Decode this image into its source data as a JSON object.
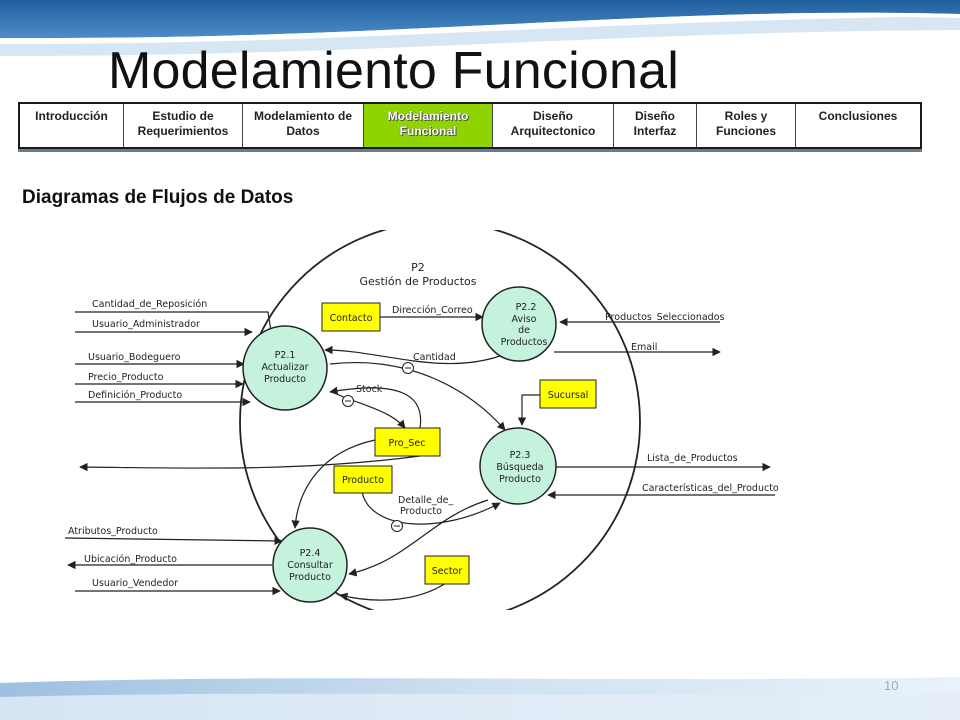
{
  "slide": {
    "title": "Modelamiento Funcional",
    "subtitle": "Diagramas de Flujos de Datos",
    "page_number": "10"
  },
  "nav": {
    "items": [
      {
        "label": "Introducción"
      },
      {
        "label": "Estudio de Requerimientos"
      },
      {
        "label": "Modelamiento de Datos"
      },
      {
        "label": "Modelamiento Funcional",
        "active": true
      },
      {
        "label": "Diseño Arquitectonico"
      },
      {
        "label": "Diseño Interfaz"
      },
      {
        "label": "Roles y Funciones"
      },
      {
        "label": "Conclusiones"
      }
    ]
  },
  "diagram": {
    "boundary": {
      "line1": "P2",
      "line2": "Gestión de Productos"
    },
    "processes": {
      "p21": {
        "id": "P2.1",
        "l1": "Actualizar",
        "l2": "Producto"
      },
      "p22": {
        "id": "P2.2",
        "l1": "Aviso",
        "l2": "de",
        "l3": "Productos"
      },
      "p23": {
        "id": "P2.3",
        "l1": "Búsqueda",
        "l2": "Producto"
      },
      "p24": {
        "id": "P2.4",
        "l1": "Consultar",
        "l2": "Producto"
      }
    },
    "stores": {
      "contacto": "Contacto",
      "sucursal": "Sucursal",
      "pro_sec": "Pro_Sec",
      "producto": "Producto",
      "sector": "Sector"
    },
    "flows": {
      "cantidad_reposicion": "Cantidad_de_Reposición",
      "usuario_administrador": "Usuario_Administrador",
      "usuario_bodeguero": "Usuario_Bodeguero",
      "precio_producto": "Precio_Producto",
      "definicion_producto": "Definición_Producto",
      "direccion_correo": "Dirección_Correo",
      "productos_seleccionados": "Productos_Seleccionados",
      "email": "Email",
      "cantidad": "Cantidad",
      "stock": "Stock",
      "lista_productos": "Lista_de_Productos",
      "caracteristicas_producto": "Características_del_Producto",
      "detalle_l1": "Detalle_de_",
      "detalle_l2": "Producto",
      "atributos_producto": "Atributos_Producto",
      "ubicacion_producto": "Ubicación_Producto",
      "usuario_vendedor": "Usuario_Vendedor"
    }
  },
  "colors": {
    "process_fill": "#c5f2dd",
    "store_fill": "#ffff00",
    "active_tab": "#8fd400",
    "top_band": "#2d6fb0"
  }
}
